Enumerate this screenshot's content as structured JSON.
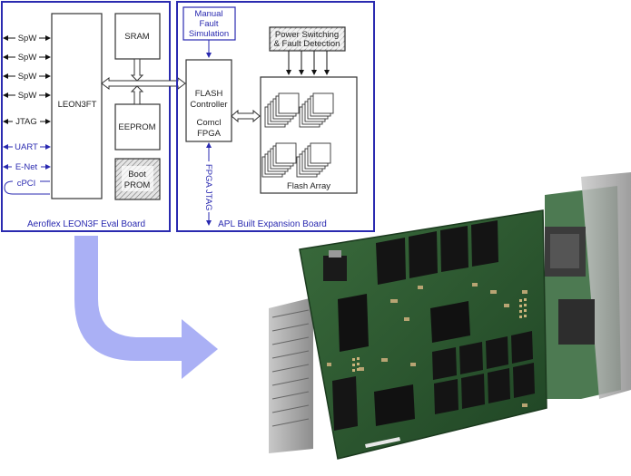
{
  "left_board": {
    "caption": "Aeroflex LEON3F Eval Board",
    "processor": "LEON3FT",
    "sram": "SRAM",
    "eeprom": "EEPROM",
    "boot_prom": [
      "Boot",
      "PROM"
    ],
    "ports": [
      "SpW",
      "SpW",
      "SpW",
      "SpW",
      "JTAG",
      "UART",
      "E-Net",
      "cPCI"
    ]
  },
  "right_board": {
    "caption": "APL Built Expansion Board",
    "manual_fault": [
      "Manual",
      "Fault",
      "Simulation"
    ],
    "power_switching": [
      "Power Switching",
      "& Fault Detection"
    ],
    "flash_controller": [
      "FLASH",
      "Controller"
    ],
    "fpga": [
      "Comcl",
      "FPGA"
    ],
    "fpga_jtag": "FPGA JTAG",
    "flash_array": "Flash Array"
  },
  "colors": {
    "frame": "#2a2ab0",
    "arrow": "#aab0f5",
    "pcb": "#2f5a32"
  }
}
